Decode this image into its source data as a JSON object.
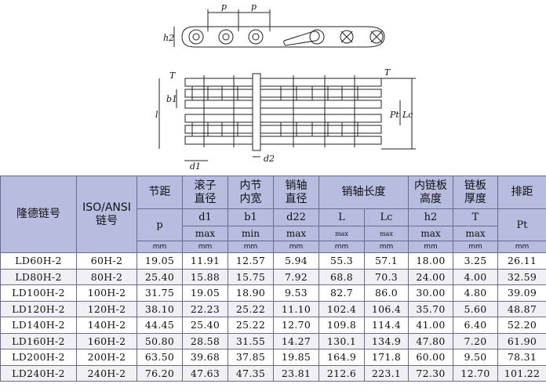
{
  "drawing": {
    "labels": {
      "p1": "p",
      "p2": "p",
      "h2": "h2",
      "t_top": "T",
      "t_right": "T",
      "b1": "b1",
      "l": "l",
      "pt": "Pt",
      "lc": "Lc",
      "d1": "d1",
      "d2": "d2"
    }
  },
  "table": {
    "headers": {
      "brand": "隆德链号",
      "iso": "ISO/ANSI\n链号",
      "pitch": "节距",
      "roller": "滚子\n直径",
      "inner_width": "内节\n内宽",
      "pin_dia": "销轴\n直径",
      "pin_len": "销轴长度",
      "plate_height": "内链板\n高度",
      "plate_thick": "链板\n厚度",
      "row_pitch": "排距"
    },
    "symbols": {
      "p": "p",
      "d1": "d1",
      "b1": "b1",
      "d22": "d22",
      "L": "L",
      "Lc": "Lc",
      "h2": "h2",
      "T": "T",
      "Pt": "Pt"
    },
    "limits": {
      "d1": "max",
      "b1": "min",
      "d22": "max",
      "L": "max",
      "Lc": "max",
      "h2": "max",
      "T": "max"
    },
    "unit": "mm",
    "rows": [
      [
        "LD60H-2",
        "60H-2",
        "19.05",
        "11.91",
        "12.57",
        "5.94",
        "55.3",
        "57.1",
        "18.00",
        "3.25",
        "26.11"
      ],
      [
        "LD80H-2",
        "80H-2",
        "25.40",
        "15.88",
        "15.75",
        "7.92",
        "68.8",
        "70.3",
        "24.00",
        "4.00",
        "32.59"
      ],
      [
        "LD100H-2",
        "100H-2",
        "31.75",
        "19.05",
        "18.90",
        "9.53",
        "82.7",
        "86.0",
        "30.00",
        "4.80",
        "39.09"
      ],
      [
        "LD120H-2",
        "120H-2",
        "38.10",
        "22.23",
        "25.22",
        "11.10",
        "102.4",
        "106.4",
        "35.70",
        "5.60",
        "48.87"
      ],
      [
        "LD140H-2",
        "140H-2",
        "44.45",
        "25.40",
        "25.22",
        "12.70",
        "109.8",
        "114.4",
        "41.00",
        "6.40",
        "52.20"
      ],
      [
        "LD160H-2",
        "160H-2",
        "50.80",
        "28.58",
        "31.55",
        "14.27",
        "130.1",
        "134.9",
        "47.80",
        "7.20",
        "61.90"
      ],
      [
        "LD200H-2",
        "200H-2",
        "63.50",
        "39.68",
        "37.85",
        "19.85",
        "164.9",
        "171.8",
        "60.00",
        "9.50",
        "78.31"
      ],
      [
        "LD240H-2",
        "240H-2",
        "76.20",
        "47.63",
        "47.35",
        "23.81",
        "212.6",
        "223.1",
        "72.30",
        "12.70",
        "101.22"
      ]
    ]
  }
}
